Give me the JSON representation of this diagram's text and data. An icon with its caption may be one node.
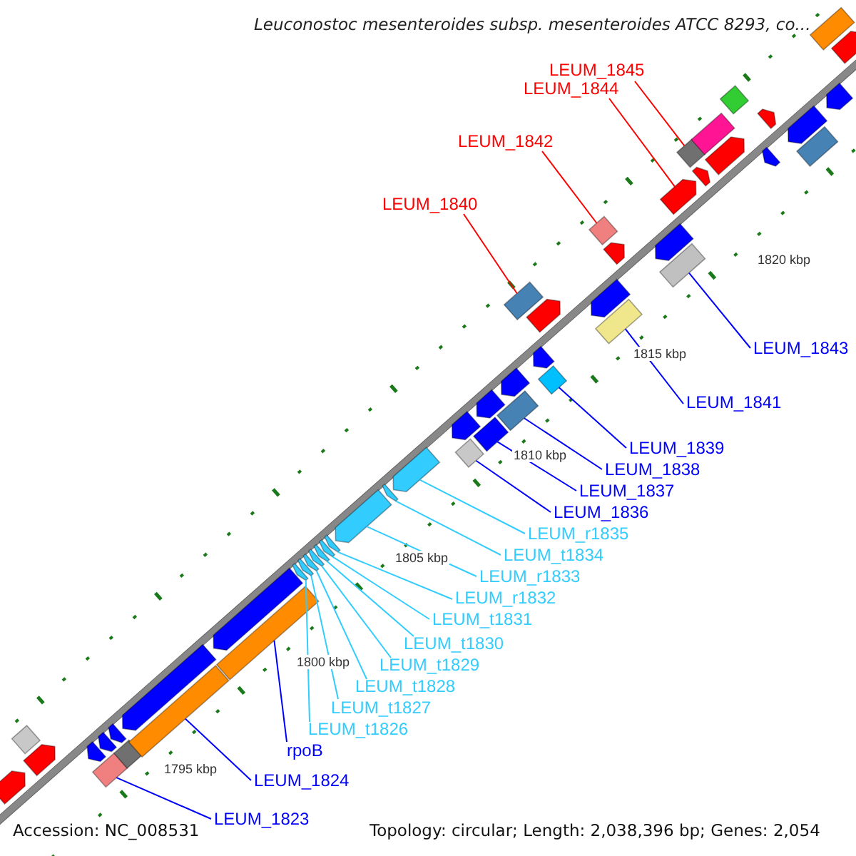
{
  "diagram": {
    "title": "Leuconostoc mesenteroides subsp. mesenteroides ATCC 8293, co...",
    "nodes": [
      {
        "text": [
          "LEUM_1845"
        ]
      },
      {
        "text": [
          "LEUM_1844"
        ]
      },
      {
        "text": [
          "LEUM_1842"
        ]
      },
      {
        "text": [
          "LEUM_1840"
        ]
      },
      {
        "text": [
          "LEUM_1843"
        ]
      },
      {
        "text": [
          "LEUM_1841"
        ]
      },
      {
        "text": [
          "LEUM_1839"
        ]
      },
      {
        "text": [
          "LEUM_1838"
        ]
      },
      {
        "text": [
          "LEUM_1837"
        ]
      },
      {
        "text": [
          "LEUM_1836"
        ]
      },
      {
        "text": [
          "LEUM_r1835"
        ]
      },
      {
        "text": [
          "LEUM_t1834"
        ]
      },
      {
        "text": [
          "LEUM_r1833"
        ]
      },
      {
        "text": [
          "LEUM_r1832"
        ]
      },
      {
        "text": [
          "LEUM_t1831"
        ]
      },
      {
        "text": [
          "LEUM_t1830"
        ]
      },
      {
        "text": [
          "LEUM_t1829"
        ]
      },
      {
        "text": [
          "LEUM_t1828"
        ]
      },
      {
        "text": [
          "LEUM_t1827"
        ]
      },
      {
        "text": [
          "LEUM_t1826"
        ]
      },
      {
        "text": [
          "rpoB"
        ]
      },
      {
        "text": [
          "LEUM_1824"
        ]
      },
      {
        "text": [
          "LEUM_1823"
        ]
      },
      {
        "text": [],
        "shape": "diamond"
      },
      {
        "text": [],
        "shape": "arrow"
      },
      {
        "text": [],
        "shape": "arrow"
      },
      {
        "text": [],
        "shape": "arrow"
      },
      {
        "text": [],
        "shape": "arrow"
      },
      {
        "text": [],
        "shape": "arrow"
      },
      {
        "text": [],
        "shape": "bar"
      },
      {
        "text": [],
        "shape": "diamond"
      },
      {
        "text": [],
        "shape": "arrow"
      },
      {
        "text": [],
        "shape": "arrow"
      },
      {
        "text": [],
        "shape": "bar"
      },
      {
        "text": [],
        "shape": "bar"
      },
      {
        "text": [],
        "shape": "arrow"
      },
      {
        "text": [],
        "shape": "arrow"
      },
      {
        "text": [],
        "shape": "arrow"
      },
      {
        "text": [],
        "shape": "arrow"
      },
      {
        "text": [],
        "shape": "diamond"
      },
      {
        "text": [],
        "shape": "bar"
      },
      {
        "text": [],
        "shape": "bar"
      },
      {
        "text": [],
        "shape": "arrow"
      },
      {
        "text": [],
        "shape": "arrow"
      },
      {
        "text": [],
        "shape": "arrow"
      },
      {
        "text": [],
        "shape": "arrow"
      },
      {
        "text": [],
        "shape": "diamond"
      },
      {
        "text": [],
        "shape": "arrow"
      },
      {
        "text": [],
        "shape": "bar"
      },
      {
        "text": [],
        "shape": "arrow"
      },
      {
        "text": [],
        "shape": "bar"
      },
      {
        "text": [],
        "shape": "arrow"
      },
      {
        "text": [],
        "shape": "arrow"
      },
      {
        "text": [],
        "shape": "arrow"
      },
      {
        "text": [],
        "shape": "bar"
      },
      {
        "text": [],
        "shape": "bar"
      },
      {
        "text": [],
        "shape": "arrow"
      },
      {
        "text": [],
        "shape": "diamond"
      },
      {
        "text": [],
        "shape": "arrow"
      },
      {
        "text": [],
        "shape": "arrow"
      },
      {
        "text": [],
        "shape": "arrow"
      },
      {
        "text": [],
        "shape": "arrow"
      },
      {
        "text": [],
        "shape": "diamond"
      },
      {
        "text": [],
        "shape": "bar"
      },
      {
        "text": [],
        "shape": "diamond"
      },
      {
        "text": [],
        "shape": "arrow"
      },
      {
        "text": [],
        "shape": "bar"
      },
      {
        "text": [],
        "shape": "arrow"
      },
      {
        "text": [],
        "shape": "arrow"
      },
      {
        "text": [],
        "shape": "arrow"
      },
      {
        "text": [],
        "shape": "arrow"
      },
      {
        "text": [],
        "shape": "arrow"
      },
      {
        "text": [],
        "shape": "arrow"
      },
      {
        "text": [],
        "shape": "arrow"
      }
    ],
    "edges": [
      {
        "from": 0,
        "to": 62,
        "arrow": "none",
        "color": "#ff0000"
      },
      {
        "from": 1,
        "to": 59,
        "arrow": "none",
        "color": "#ff0000"
      },
      {
        "from": 2,
        "to": 57,
        "arrow": "none",
        "color": "#ff0000"
      },
      {
        "from": 3,
        "to": 55,
        "arrow": "none",
        "color": "#ff0000"
      },
      {
        "from": 4,
        "to": 50,
        "arrow": "none",
        "color": "#0000ff"
      },
      {
        "from": 5,
        "to": 48,
        "arrow": "none",
        "color": "#0000ff"
      },
      {
        "from": 6,
        "to": 46,
        "arrow": "none",
        "color": "#0000ff"
      },
      {
        "from": 7,
        "to": 41,
        "arrow": "none",
        "color": "#0000ff"
      },
      {
        "from": 8,
        "to": 40,
        "arrow": "none",
        "color": "#0000ff"
      },
      {
        "from": 9,
        "to": 39,
        "arrow": "none",
        "color": "#0000ff"
      },
      {
        "from": 10,
        "to": 38,
        "arrow": "none"
      },
      {
        "from": 11,
        "to": 73,
        "arrow": "none"
      },
      {
        "from": 12,
        "to": 37,
        "arrow": "none"
      },
      {
        "from": 13,
        "to": 72,
        "arrow": "none"
      },
      {
        "from": 14,
        "to": 71,
        "arrow": "none"
      },
      {
        "from": 15,
        "to": 70,
        "arrow": "none"
      },
      {
        "from": 16,
        "to": 69,
        "arrow": "none"
      },
      {
        "from": 17,
        "to": 68,
        "arrow": "none"
      },
      {
        "from": 18,
        "to": 36,
        "arrow": "none"
      },
      {
        "from": 19,
        "to": 35,
        "arrow": "none"
      },
      {
        "from": 20,
        "to": 34,
        "arrow": "none",
        "color": "#0000ff"
      },
      {
        "from": 21,
        "to": 33,
        "arrow": "none",
        "color": "#0000ff"
      },
      {
        "from": 22,
        "to": 29,
        "arrow": "none",
        "color": "#0000ff"
      }
    ],
    "labels": [
      "1820 kbp",
      "1815 kbp",
      "1810 kbp",
      "1805 kbp",
      "1800 kbp",
      "1795 kbp",
      "Accession: NC_008531",
      "Topology: circular; Length: 2,038,396 bp; Genes: 2,054"
    ]
  }
}
